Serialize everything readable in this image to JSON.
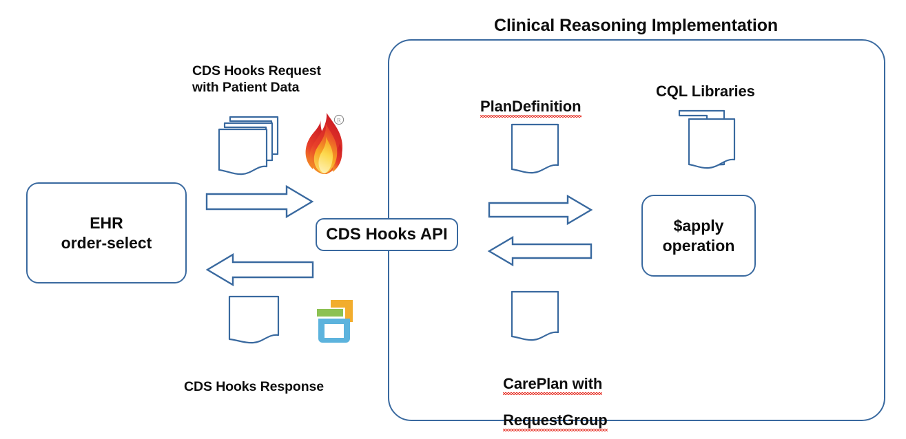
{
  "diagram": {
    "title": "Clinical Reasoning Implementation",
    "colors": {
      "stroke_blue": "#39699f",
      "text_black": "#0d0d0d",
      "spell_red": "#e8443a",
      "cds_blue": "#5cb3dd",
      "cds_green": "#8cc152",
      "cds_orange": "#f2ad2e",
      "fhir_red": "#d8262c",
      "fhir_orange": "#f28c1b",
      "fhir_yellow": "#fde26a"
    }
  },
  "left": {
    "ehr_box_label": "EHR\norder-select",
    "request_caption": "CDS Hooks Request\nwith Patient Data",
    "response_caption": "CDS Hooks Response",
    "request_icon": "document-stack-icon",
    "fhir_icon": "fhir-flame-logo",
    "response_icon": "document-icon",
    "cdshooks_icon": "cds-hooks-logo",
    "arrow_request": "arrow-right",
    "arrow_response": "arrow-left"
  },
  "center": {
    "api_box_label": "CDS Hooks API"
  },
  "right": {
    "plan_definition_label": "PlanDefinition",
    "plan_definition_icon": "document-icon",
    "cql_libraries_label": "CQL Libraries",
    "cql_libraries_icon": "document-stack-icon",
    "apply_box_label": "$apply\noperation",
    "careplan_label_line1": "CarePlan with",
    "careplan_label_line2": "RequestGroup",
    "careplan_icon": "document-icon",
    "arrow_to_apply": "arrow-right",
    "arrow_from_apply": "arrow-left"
  }
}
